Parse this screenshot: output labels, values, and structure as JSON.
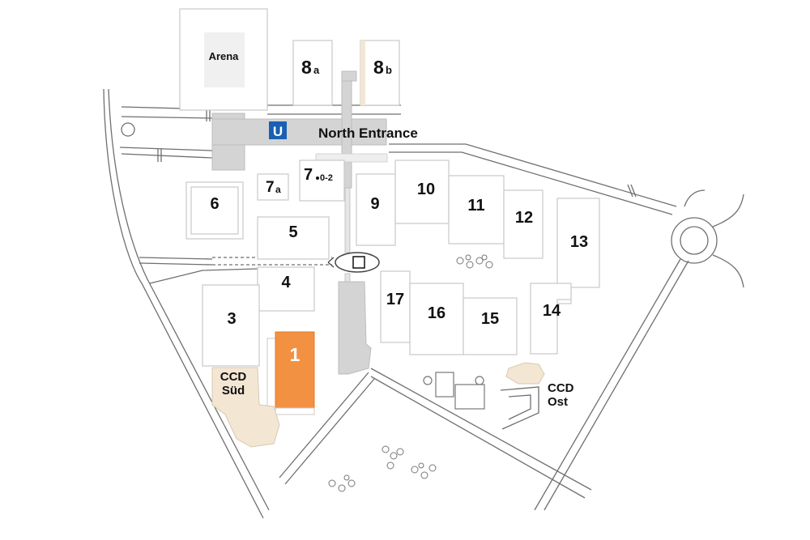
{
  "colors": {
    "highlight_hall": "#f39142",
    "ccd_sued": "#f3e6d3",
    "walkway": "#d4d4d4",
    "parking": "#c4c4c4",
    "road": "#6f6f6f",
    "transit_sign": "#1a5fb4"
  },
  "icons": [
    "subway-u-icon",
    "parking-icon",
    "tree-icon"
  ],
  "arena": {
    "label": "Arena"
  },
  "entrance": {
    "label": "North Entrance"
  },
  "halls": {
    "h1": "1",
    "h3": "3",
    "h4": "4",
    "h5": "5",
    "h6": "6",
    "h7": "7",
    "h7_sub": "0-2",
    "h7a": "7",
    "h7a_sub": "a",
    "h8a": "8",
    "h8a_sub": "a",
    "h8b": "8",
    "h8b_sub": "b",
    "h9": "9",
    "h10": "10",
    "h11": "11",
    "h12": "12",
    "h13": "13",
    "h14": "14",
    "h15": "15",
    "h16": "16",
    "h17": "17"
  },
  "ccd_sued": {
    "line1": "CCD",
    "line2": "Süd"
  },
  "ccd_ost": {
    "line1": "CCD",
    "line2": "Ost"
  },
  "transit": {
    "symbol": "U"
  }
}
